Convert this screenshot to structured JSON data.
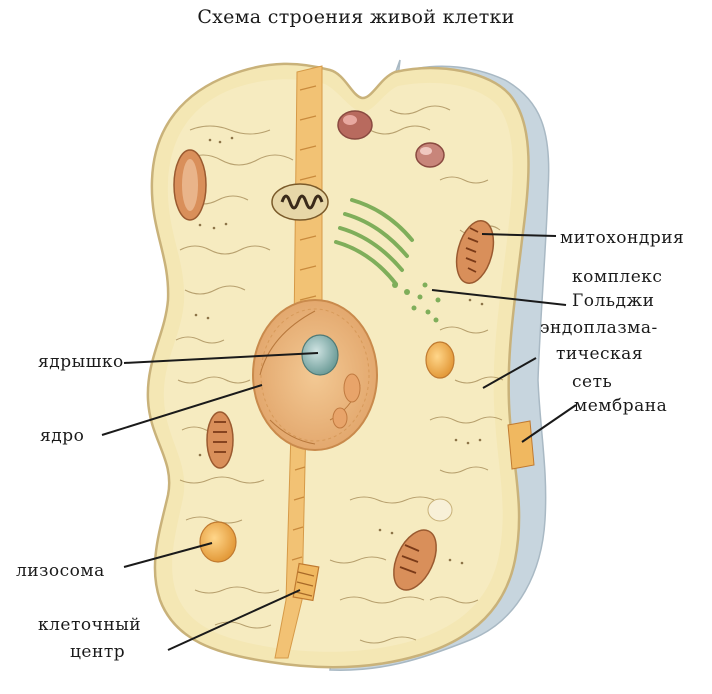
{
  "diagram": {
    "title": "Схема строения живой клетки",
    "labels": {
      "mitochondria": "митохондрия",
      "golgi_line1": "комплекс",
      "golgi_line2": "Гольджи",
      "er_line1": "эндоплазма-",
      "er_line2": "тическая",
      "er_line3": "сеть",
      "membrane": "мембрана",
      "nucleolus": "ядрышко",
      "nucleus": "ядро",
      "lysosome": "лизосома",
      "centrosome_line1": "клеточный",
      "centrosome_line2": "центр"
    }
  },
  "colors": {
    "cytoplasm": "#f4e7b4",
    "cell_edge": "#c9b27a",
    "membrane_blue": "#c9d6df",
    "cut_band": "#f0b860",
    "nucleus": "#efc08e",
    "nucleolus": "#8fb8b4",
    "mitochondria": "#d98f5a",
    "golgi": "#7fae5a",
    "vacuole": "#b86a5e",
    "label_text": "#1a1a1a"
  }
}
